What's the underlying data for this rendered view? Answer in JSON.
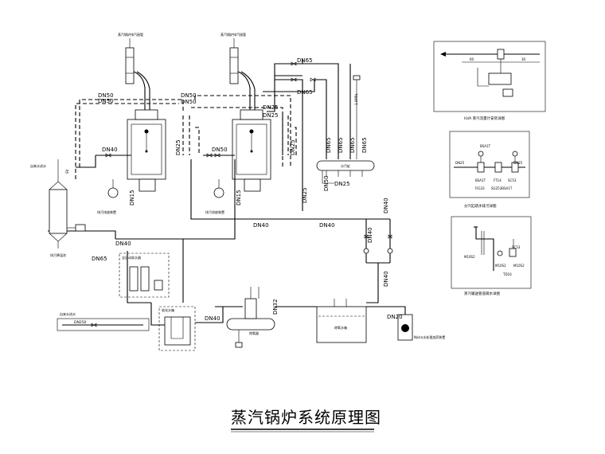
{
  "title": "蒸汽锅炉系统原理图",
  "boiler_top_labels": [
    "蒸汽锅炉排汽接管",
    "蒸汽锅炉排汽接管"
  ],
  "pipe_labels": {
    "dn65_top": "DN65",
    "dn65_mid": "DN65",
    "dn50_a": "DN50",
    "dn50_b": "DN50",
    "dn50_c": "DN50",
    "dn50_d": "DN50",
    "dn50_e": "DN50",
    "dn25_a": "DN25",
    "dn25_b": "DN25",
    "dn25_c": "DN25",
    "dn25_d": "DN25",
    "dn25_e": "DN25",
    "dn40_a": "DN40",
    "dn40_b": "DN40",
    "dn40_c": "DN40",
    "dn40_d": "DN40",
    "dn40_e": "DN40",
    "dn40_f": "DN40",
    "dn40_g": "DN40",
    "dn40_h": "DN40",
    "dn65_lower": "DN65",
    "dn32": "DN32",
    "dn20": "DN20",
    "dn250": "DN250",
    "dn15_a": "DN15",
    "dn15_b": "DN15",
    "dn65_r1": "DN65",
    "dn65_r2": "DN65",
    "dn65_r3": "DN65",
    "dn65_r4": "DN65",
    "dn50_r": "DN50",
    "dn25_r": "DN25"
  },
  "small_labels": {
    "pressure_gauge": "1.0MPa",
    "sub_cylinder": "分汽缸",
    "blowdown_left": "排污降温池",
    "blowdown_1": "排污排放装置",
    "blowdown_2": "排污排放装置",
    "softener": "全自动软水器",
    "water_tank": "软化水箱",
    "deaerator_box": "除氧器",
    "deaerator_tank": "除氧水箱",
    "nalco": "Nalco水处理加药装置",
    "raw_water": "自来水进水",
    "sv_label": "SV"
  },
  "detail_panels": [
    {
      "caption": "ILVA 蒸汽流量计安装详图",
      "dims": [
        "60",
        "30"
      ]
    },
    {
      "caption": "分汽缸疏水排污详图",
      "labels": [
        "DN25",
        "DN25",
        "BSA1T",
        "BSA1T",
        "FT14",
        "SC53",
        "FIG33",
        "SG253BSA1T"
      ]
    },
    {
      "caption": "蒸汽输送管道疏水详图",
      "labels": [
        "M10S2",
        "M10S2",
        "M10S2",
        "TD16",
        "SC53"
      ]
    }
  ]
}
